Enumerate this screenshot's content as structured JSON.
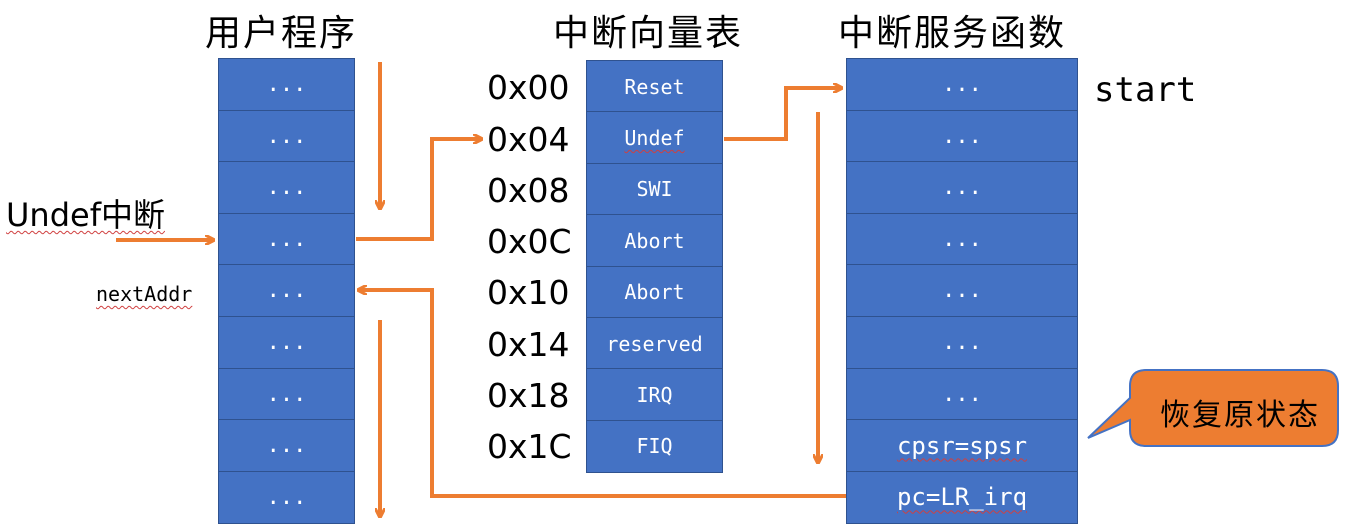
{
  "titles": {
    "user_program": "用户程序",
    "vector_table": "中断向量表",
    "isr": "中断服务函数"
  },
  "user_program": {
    "cells": [
      "...",
      "...",
      "...",
      "...",
      "...",
      "...",
      "...",
      "...",
      "..."
    ],
    "interrupt_label": "Undef中断",
    "next_addr_label": "nextAddr"
  },
  "vector_table": {
    "addresses": [
      "0x00",
      "0x04",
      "0x08",
      "0x0C",
      "0x10",
      "0x14",
      "0x18",
      "0x1C"
    ],
    "entries": [
      "Reset",
      "Undef",
      "SWI",
      "Abort",
      "Abort",
      "reserved",
      "IRQ",
      "FIQ"
    ]
  },
  "isr": {
    "cells": [
      "...",
      "...",
      "...",
      "...",
      "...",
      "...",
      "...",
      "cpsr=spsr",
      "pc=LR_irq"
    ],
    "start_label": "start",
    "callout": "恢复原状态"
  },
  "colors": {
    "cell_fill": "#4472c4",
    "arrow": "#ed7d31",
    "callout_fill": "#ed7d31"
  }
}
